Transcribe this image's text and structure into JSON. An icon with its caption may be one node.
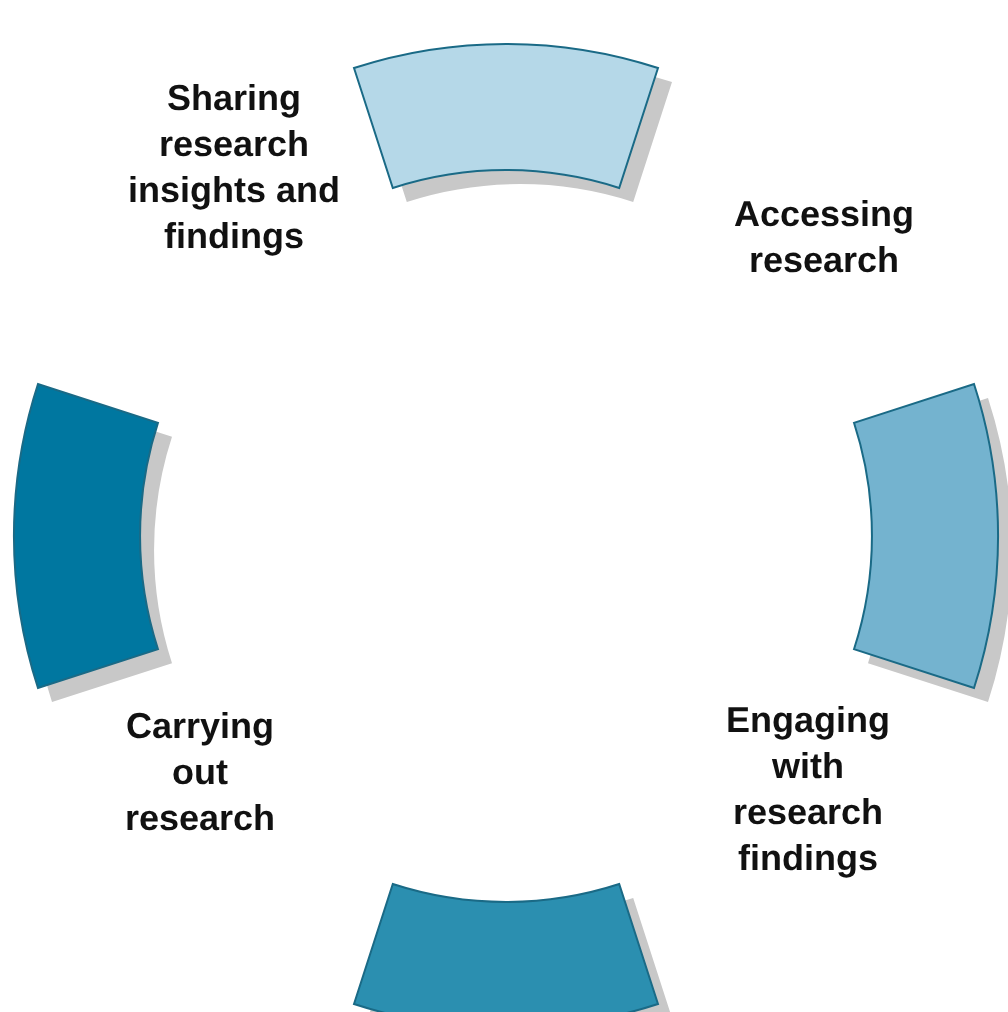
{
  "diagram": {
    "labels": [
      "Sharing research insights and findings",
      "Accessing research",
      "Engaging with research findings",
      "Carrying out research"
    ]
  }
}
